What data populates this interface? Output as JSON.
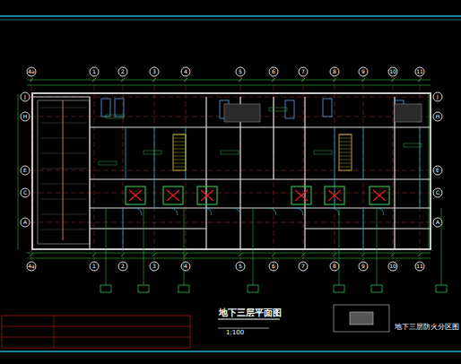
{
  "diagram": {
    "title": "地下三层平面图",
    "labels": [
      "4a",
      "1",
      "2",
      "3",
      "4",
      "5",
      "6",
      "7",
      "8",
      "9",
      "10",
      "11",
      "4a",
      "1",
      "2",
      "3",
      "4",
      "5",
      "6",
      "7",
      "8",
      "9",
      "10",
      "11",
      "J",
      "H",
      "E",
      "C",
      "A",
      "J",
      "H",
      "E",
      "C",
      "A",
      "1:100",
      "地下三层防火分区图"
    ]
  }
}
